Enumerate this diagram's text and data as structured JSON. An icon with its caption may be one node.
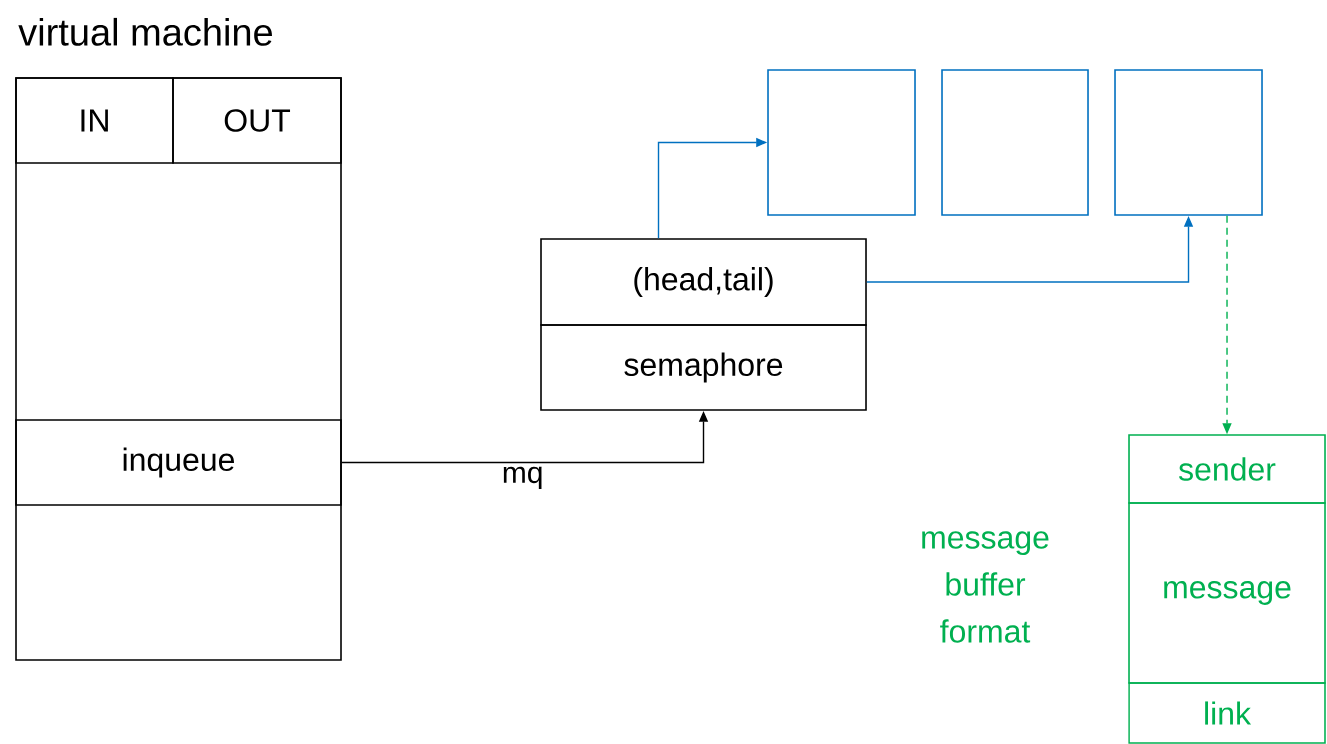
{
  "diagram": {
    "nodes": [
      {
        "text": [
          "virtual machine"
        ]
      },
      {
        "text": [
          "IN"
        ],
        "in": 0
      },
      {
        "text": [
          "OUT"
        ],
        "in": 0
      },
      {
        "text": [
          "inqueue"
        ],
        "in": 0
      },
      {
        "text": [
          "(head,tail)"
        ]
      },
      {
        "text": [
          "semaphore"
        ]
      },
      {
        "text": [],
        "shape": "box"
      },
      {
        "text": [],
        "shape": "box"
      },
      {
        "text": [],
        "shape": "box"
      },
      {
        "text": [
          "sender"
        ]
      },
      {
        "text": [
          "message"
        ]
      },
      {
        "text": [
          "link"
        ]
      }
    ],
    "edges": [
      {
        "from": 3,
        "to": 5,
        "arrow": "to",
        "label": "mq",
        "color": "#000000"
      },
      {
        "from": 4,
        "to": 6,
        "arrow": "to",
        "color": "#0070c0"
      },
      {
        "from": 4,
        "to": 8,
        "arrow": "to",
        "color": "#0070c0"
      },
      {
        "from": 8,
        "to": 9,
        "arrow": "to",
        "style": "dashed",
        "color": "#00b050"
      }
    ],
    "labels": [
      "message buffer format"
    ]
  }
}
